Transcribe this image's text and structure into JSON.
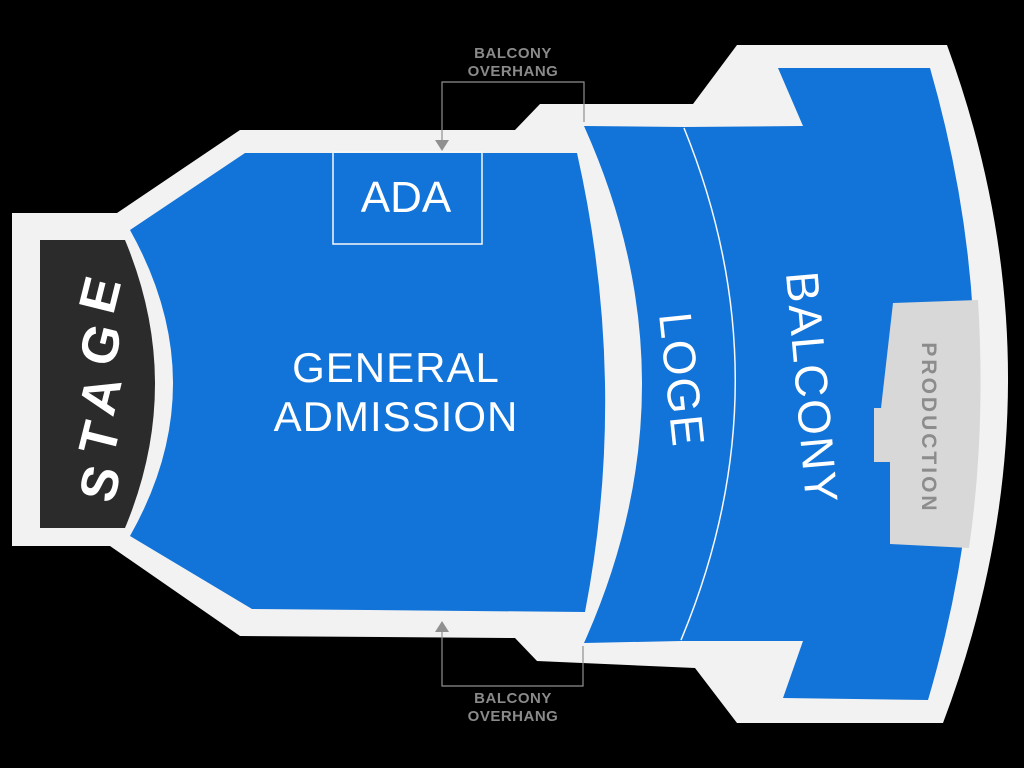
{
  "map": {
    "colors": {
      "background": "#000000",
      "footprint_white": "#f2f2f2",
      "section_blue": "#1273d8",
      "stage_dark": "#2b2b2b",
      "production_gray": "#d8d8d8",
      "divider_white": "#f8f8f8",
      "annotation_line_gray": "#909090",
      "annotation_text_gray": "#8a8a8a",
      "section_text_white": "#ffffff",
      "production_text_gray": "#8c8c8c"
    },
    "sections": {
      "stage": {
        "label": "STAGE"
      },
      "general_admission": {
        "line1": "GENERAL",
        "line2": "ADMISSION"
      },
      "ada": {
        "label": "ADA"
      },
      "loge": {
        "label": "LOGE"
      },
      "balcony": {
        "label": "BALCONY"
      },
      "production": {
        "label": "PRODUCTION"
      }
    },
    "annotations": {
      "top_overhang": {
        "line1": "BALCONY",
        "line2": "OVERHANG"
      },
      "bottom_overhang": {
        "line1": "BALCONY",
        "line2": "OVERHANG"
      }
    }
  }
}
